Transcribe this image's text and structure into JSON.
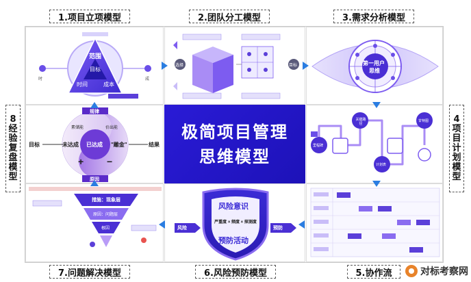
{
  "center": {
    "line1": "极简项目管理",
    "line2": "思维模型"
  },
  "models": {
    "m1": "1.项目立项模型",
    "m2": "2.团队分工模型",
    "m3": "3.需求分析模型",
    "m4": [
      "4",
      "项",
      "目",
      "计",
      "划",
      "模",
      "型"
    ],
    "m5": "5.协作流",
    "m6": "6.风险预防模型",
    "m7": "7.问题解决模型",
    "m8": [
      "8",
      "经",
      "验",
      "复",
      "盘",
      "模",
      "型"
    ]
  },
  "cell1": {
    "top": "范围",
    "left": "时间",
    "right": "成本",
    "center": "目标",
    "left_out": "时",
    "right_out": "成"
  },
  "cell2": {
    "left_label": "选择",
    "right_label": "目标"
  },
  "cell3": {
    "center_l1": "第一用户",
    "center_l2": "思维"
  },
  "cell4": {
    "node1": "关键路径",
    "node2": "计划表",
    "node3": "甘特图",
    "node4": "里程碑"
  },
  "cell6": {
    "title": "风险意识",
    "formula": "严重度 × 频度 × 探测度",
    "bottom": "预防活动",
    "left_tag": "风险",
    "right_tag": "预防"
  },
  "cell7": {
    "top": "措施：现象层",
    "mid": "原因：问题层",
    "bottom": "根因"
  },
  "cell8": {
    "top": "规律",
    "bottom": "原因",
    "left_out": "目标",
    "right_out": "结果",
    "left_in": "未达成",
    "center": "已达成",
    "right_in": "\"雕金\"",
    "sub_left": "素储能",
    "sub_right": "价出能",
    "plus": "+",
    "minus": "−"
  },
  "watermark": "对标考察网"
}
